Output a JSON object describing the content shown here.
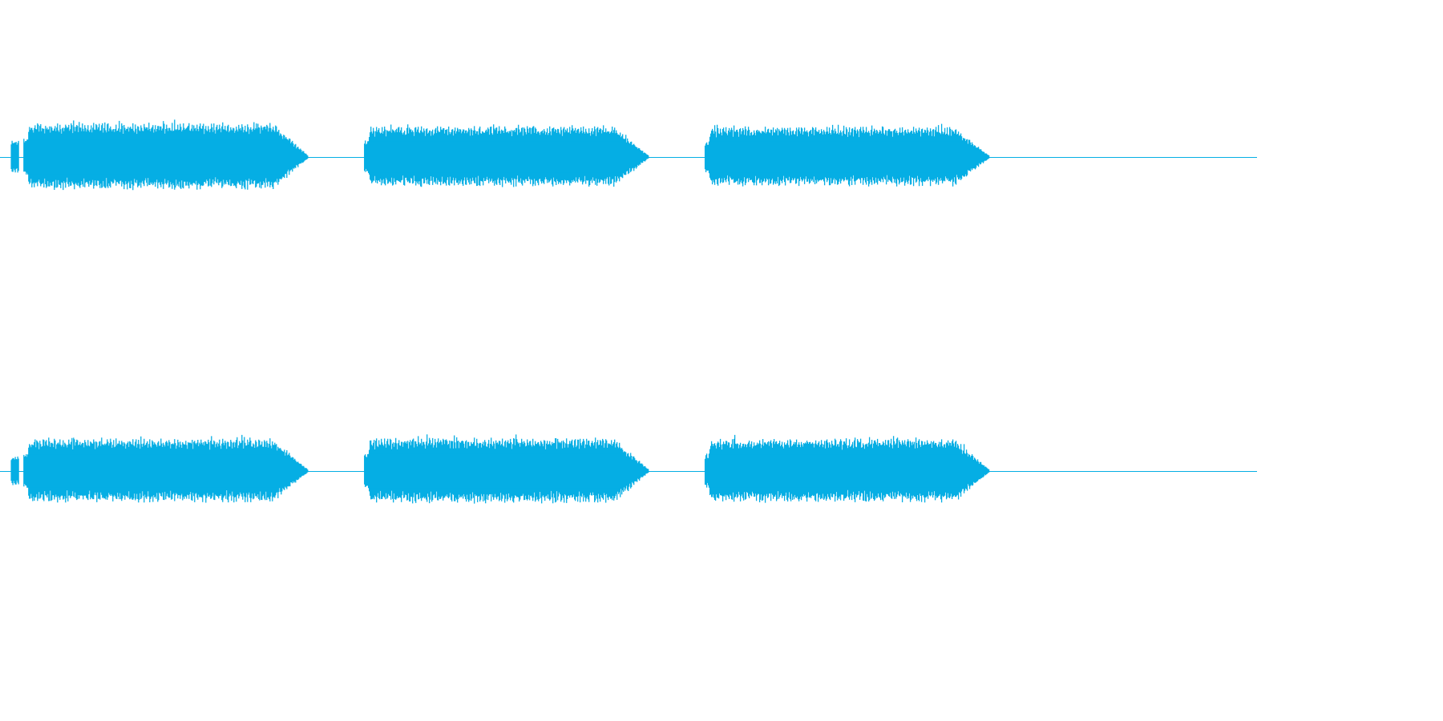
{
  "chart_data": {
    "type": "area",
    "title": "",
    "xlabel": "",
    "ylabel": "",
    "grid": false,
    "legend": "none",
    "waveform_color": "#05AEE4",
    "background_color": "#FFFFFF",
    "time_range": [
      0,
      1
    ],
    "amplitude_range": [
      -1,
      1
    ],
    "channels": [
      {
        "bursts": [
          {
            "start": 0.009,
            "end": 0.015,
            "peak_amplitude": 0.22
          },
          {
            "start": 0.019,
            "end": 0.245,
            "peak_amplitude": 0.45
          },
          {
            "start": 0.29,
            "end": 0.516,
            "peak_amplitude": 0.41
          },
          {
            "start": 0.561,
            "end": 0.787,
            "peak_amplitude": 0.4
          }
        ]
      },
      {
        "bursts": [
          {
            "start": 0.009,
            "end": 0.015,
            "peak_amplitude": 0.2
          },
          {
            "start": 0.019,
            "end": 0.245,
            "peak_amplitude": 0.43
          },
          {
            "start": 0.29,
            "end": 0.516,
            "peak_amplitude": 0.44
          },
          {
            "start": 0.561,
            "end": 0.787,
            "peak_amplitude": 0.43
          }
        ]
      }
    ]
  }
}
